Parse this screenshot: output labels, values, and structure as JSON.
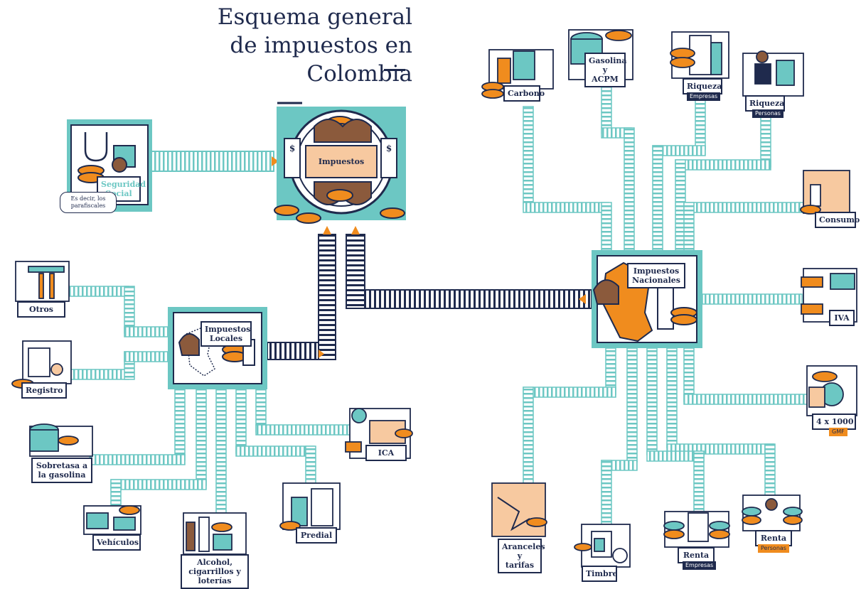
{
  "title_line1": "Esquema general",
  "title_line2": "de impuestos en Colombia",
  "center": {
    "label": "Impuestos"
  },
  "hubs": {
    "nacionales": "Impuestos Nacionales",
    "locales": "Impuestos Locales"
  },
  "seguridad_social": {
    "label": "Seguridad Social",
    "note": "Es decir, los parafiscales"
  },
  "nacionales_items": [
    {
      "label": "Carbono"
    },
    {
      "label": "Gasolina y ACPM"
    },
    {
      "label": "Riqueza",
      "sub": "Empresas"
    },
    {
      "label": "Riqueza",
      "sub": "Personas"
    },
    {
      "label": "Consumo"
    },
    {
      "label": "IVA"
    },
    {
      "label": "4 x 1000",
      "sub": "GMF"
    },
    {
      "label": "Aranceles y tarifas"
    },
    {
      "label": "Timbre"
    },
    {
      "label": "Renta",
      "sub": "Empresas"
    },
    {
      "label": "Renta",
      "sub": "Personas"
    }
  ],
  "locales_items": [
    {
      "label": "Otros"
    },
    {
      "label": "Registro"
    },
    {
      "label": "Sobretasa a la gasolina"
    },
    {
      "label": "Vehículos"
    },
    {
      "label": "Alcohol, cigarrillos y loterías"
    },
    {
      "label": "Predial"
    },
    {
      "label": "ICA"
    }
  ],
  "colors": {
    "navy": "#1f2a4d",
    "teal": "#6cc7c3",
    "orange": "#f08c1e",
    "peach": "#f7c9a0"
  }
}
